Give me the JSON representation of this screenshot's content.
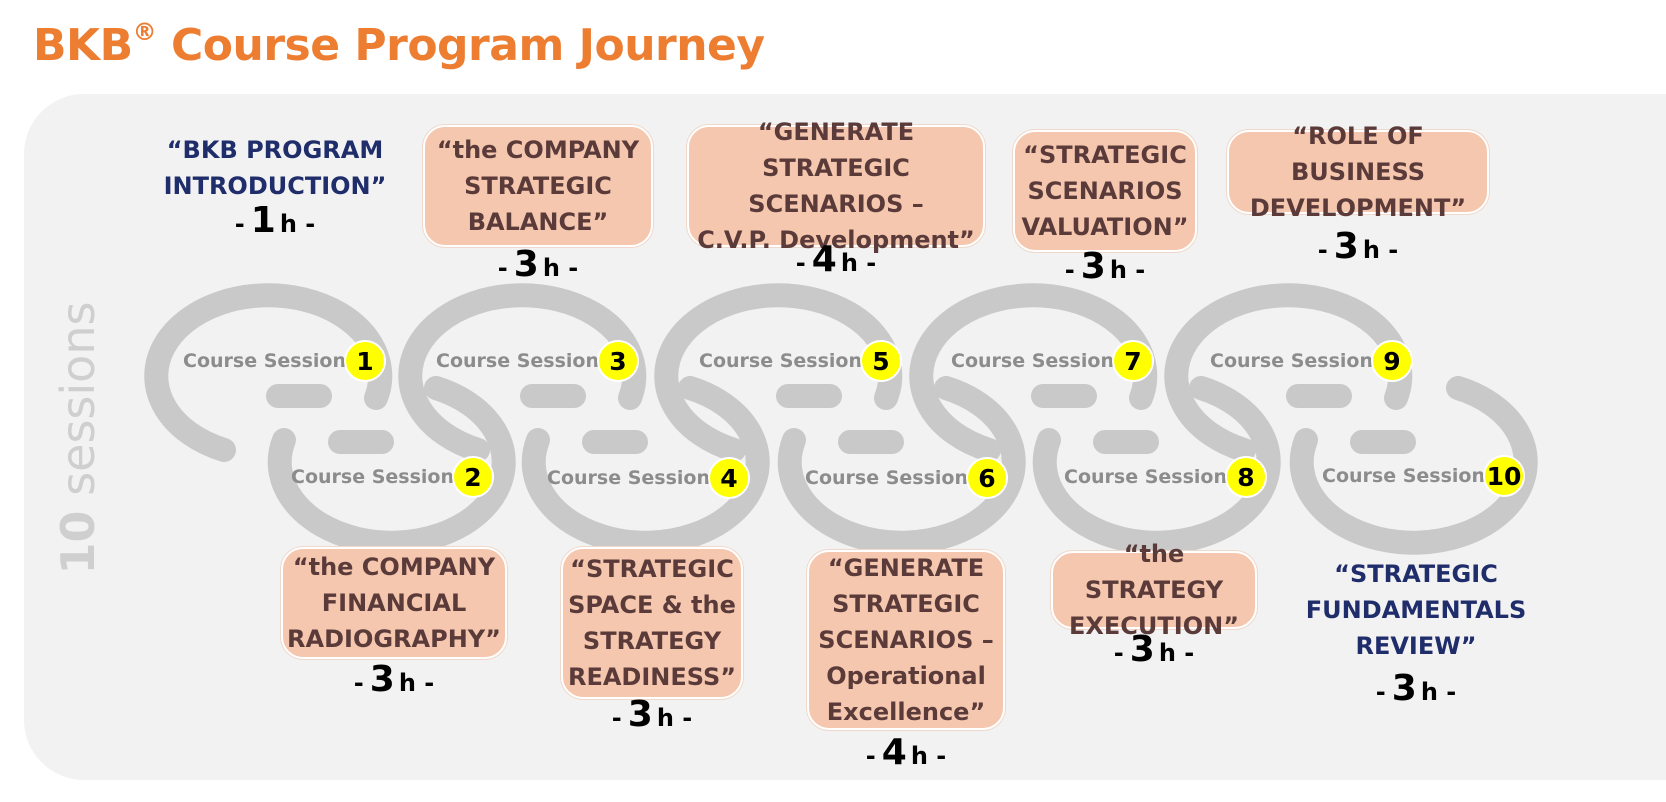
{
  "title": {
    "main": "BKB",
    "reg": "®",
    "rest": " Course Program Journey"
  },
  "side_label": {
    "count": "10",
    "word": " sessions"
  },
  "session_label": "Course Session",
  "hour_prefix": "-",
  "hour_unit": "h -",
  "sessions": [
    {
      "num": "1",
      "title": "“BKB PROGRAM\nINTRODUCTION”",
      "hours": "1",
      "style": "plain"
    },
    {
      "num": "2",
      "title": "“the COMPANY\nFINANCIAL\nRADIOGRAPHY”",
      "hours": "3",
      "style": "boxed"
    },
    {
      "num": "3",
      "title": "“the COMPANY\nSTRATEGIC\nBALANCE”",
      "hours": "3",
      "style": "boxed"
    },
    {
      "num": "4",
      "title": "“STRATEGIC\nSPACE & the\nSTRATEGY\nREADINESS”",
      "hours": "3",
      "style": "boxed"
    },
    {
      "num": "5",
      "title": "“GENERATE STRATEGIC\nSCENARIOS –\nC.V.P. Development”",
      "hours": "4",
      "style": "boxed"
    },
    {
      "num": "6",
      "title": "“GENERATE\nSTRATEGIC\nSCENARIOS –\nOperational\nExcellence”",
      "hours": "4",
      "style": "boxed"
    },
    {
      "num": "7",
      "title": "“STRATEGIC\nSCENARIOS\nVALUATION”",
      "hours": "3",
      "style": "boxed"
    },
    {
      "num": "8",
      "title": "“the STRATEGY\nEXECUTION”",
      "hours": "3",
      "style": "boxed"
    },
    {
      "num": "9",
      "title": "“ROLE OF BUSINESS\nDEVELOPMENT”",
      "hours": "3",
      "style": "boxed"
    },
    {
      "num": "10",
      "title": "“STRATEGIC\nFUNDAMENTALS\nREVIEW”",
      "hours": "3",
      "style": "plain"
    }
  ],
  "colors": {
    "title": "#ED7D31",
    "card_fill": "#F4C7AE",
    "card_text": "#5B3A3A",
    "plain_text": "#1F2D6B",
    "chain": "#C9C9C9",
    "badge": "#FFFF00",
    "session_label": "#8C8C8C"
  }
}
